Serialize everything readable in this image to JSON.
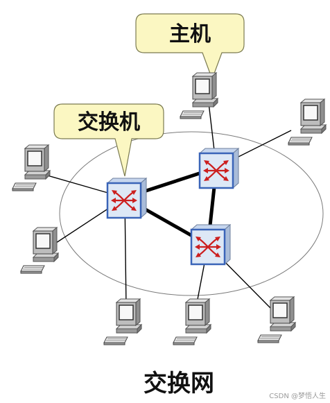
{
  "diagram": {
    "title": "交换网",
    "callouts": {
      "host": "主机",
      "switch": "交换机"
    },
    "watermark": "CSDN @梦悟人生",
    "colors": {
      "callout_fill": "#fbf7c2",
      "callout_stroke": "#7a7a50",
      "switch_fill": "#dde8f6",
      "switch_border": "#3a64b8",
      "switch_arrows": "#cc1f1f",
      "link": "#000000",
      "ellipse": "#7a7a7a"
    },
    "nodes": {
      "switches": [
        "switch-a",
        "switch-b",
        "switch-c"
      ],
      "hosts": [
        "host-top",
        "host-top-right",
        "host-left-upper",
        "host-left-lower",
        "host-bottom-left",
        "host-bottom-middle",
        "host-bottom-right"
      ]
    }
  }
}
